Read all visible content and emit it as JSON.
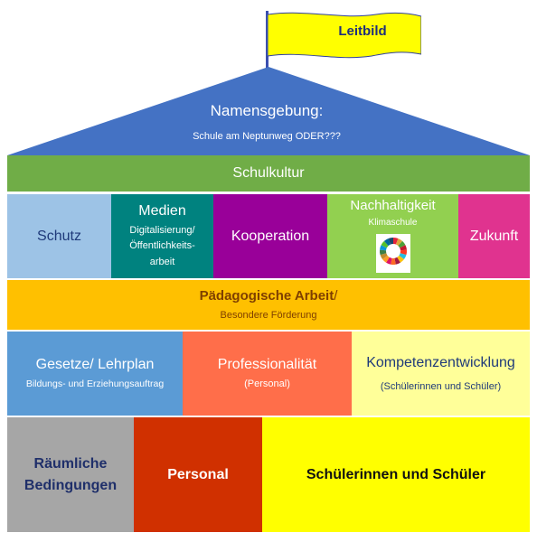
{
  "flag": {
    "label": "Leitbild",
    "color": "#ffff00"
  },
  "roof": {
    "title": "Namensgebung:",
    "subtitle": "Schule am Neptunweg ODER???",
    "color": "#4472c4"
  },
  "culture_band": {
    "label": "Schulkultur",
    "color": "#70ad47"
  },
  "pillars": [
    {
      "label": "Schutz",
      "lines": [],
      "color": "#9dc3e6",
      "text_color": "#1f3a7a"
    },
    {
      "label": "Medien",
      "lines": [
        "Digitalisierung/",
        "Öffentlichkeits-",
        "arbeit"
      ],
      "color": "#00827f",
      "text_color": "#ffffff"
    },
    {
      "label": "Kooperation",
      "lines": [],
      "color": "#990099",
      "text_color": "#ffffff"
    },
    {
      "label": "Nachhaltigkeit",
      "lines": [
        "Klimaschule"
      ],
      "color": "#92d050",
      "text_color": "#ffffff",
      "icon": "sdg-wheel-icon"
    },
    {
      "label": "Zukunft",
      "lines": [],
      "color": "#e0338f",
      "text_color": "#ffffff"
    }
  ],
  "pedagogy_band": {
    "label": "Pädagogische Arbeit",
    "label_suffix": "/",
    "sub": "Besondere Förderung",
    "color": "#ffc000",
    "text_color": "#7f3f00"
  },
  "row3": [
    {
      "label": "Gesetze/ Lehrplan",
      "sub": "Bildungs- und Erziehungsauftrag",
      "color": "#5b9bd5",
      "text_color": "#ffffff"
    },
    {
      "label": "Professionalität",
      "sub": "(Personal)",
      "color": "#ff6e4a",
      "text_color": "#ffffff"
    },
    {
      "label": "Kompetenzentwicklung",
      "sub": "(Schülerinnen und Schüler)",
      "color": "#ffff99",
      "text_color": "#1f3a7a"
    }
  ],
  "foundation": [
    {
      "label": "Räumliche\nBedingungen",
      "color": "#a6a6a6",
      "text_color": "#1f2f6a"
    },
    {
      "label": "Personal",
      "color": "#d03000",
      "text_color": "#ffffff"
    },
    {
      "label": "Schülerinnen und Schüler",
      "color": "#ffff00",
      "text_color": "#111111"
    }
  ]
}
